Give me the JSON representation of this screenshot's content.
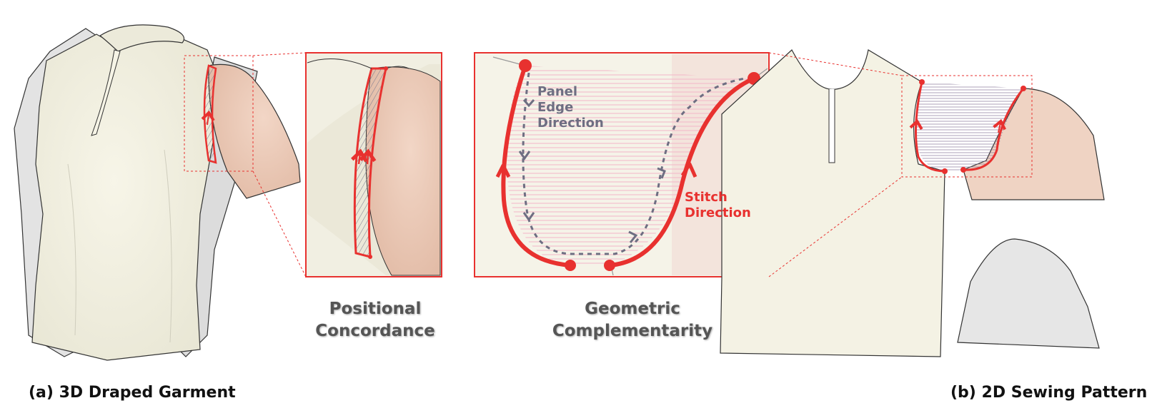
{
  "captions": {
    "left": "(a) 3D Draped Garment",
    "right": "(b) 2D Sewing Pattern"
  },
  "concepts": {
    "positional": "Positional\nConcordance",
    "geometric": "Geometric\nComplementarity"
  },
  "annotations": {
    "panel_edge": "Panel\nEdge\nDirection",
    "stitch": "Stitch\nDirection"
  },
  "colors": {
    "stitch_red": "#e8312f",
    "edge_direction": "#6e6e82",
    "fabric_cream": "#f4f2e4",
    "fabric_sleeve": "#efd3c3",
    "panel_grey": "#e6e6e6"
  }
}
